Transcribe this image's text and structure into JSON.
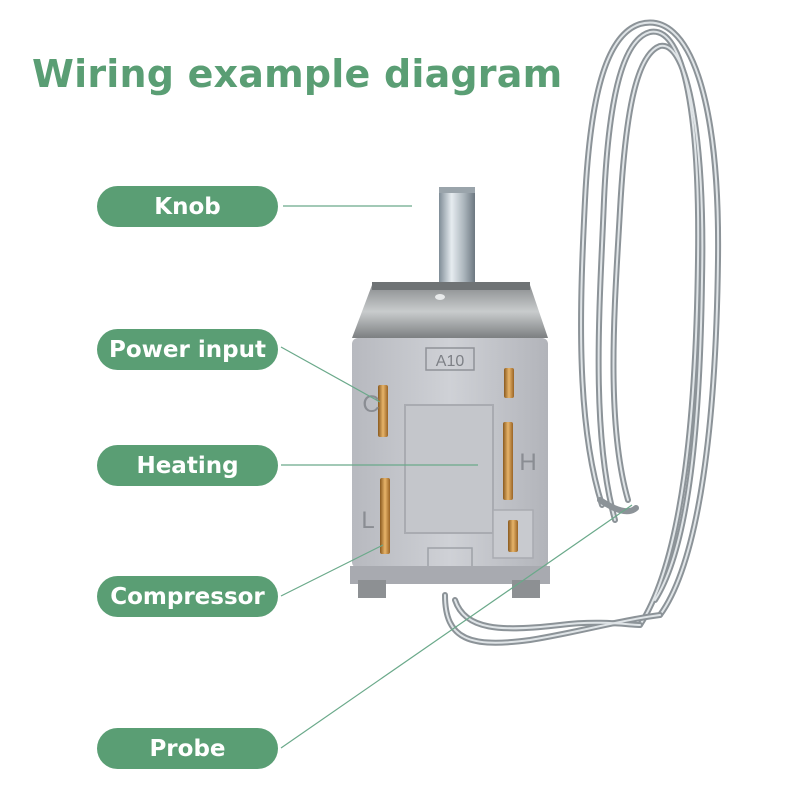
{
  "title": "Wiring example diagram",
  "colors": {
    "accent": "#5a9e74",
    "leader_line": "#6aa98a"
  },
  "labels": {
    "knob": "Knob",
    "power_input": "Power input",
    "heating": "Heating",
    "compressor": "Compressor",
    "probe": "Probe"
  },
  "device": {
    "model_mark": "A10",
    "terminal_c": "C",
    "terminal_h": "H",
    "terminal_l": "L"
  }
}
